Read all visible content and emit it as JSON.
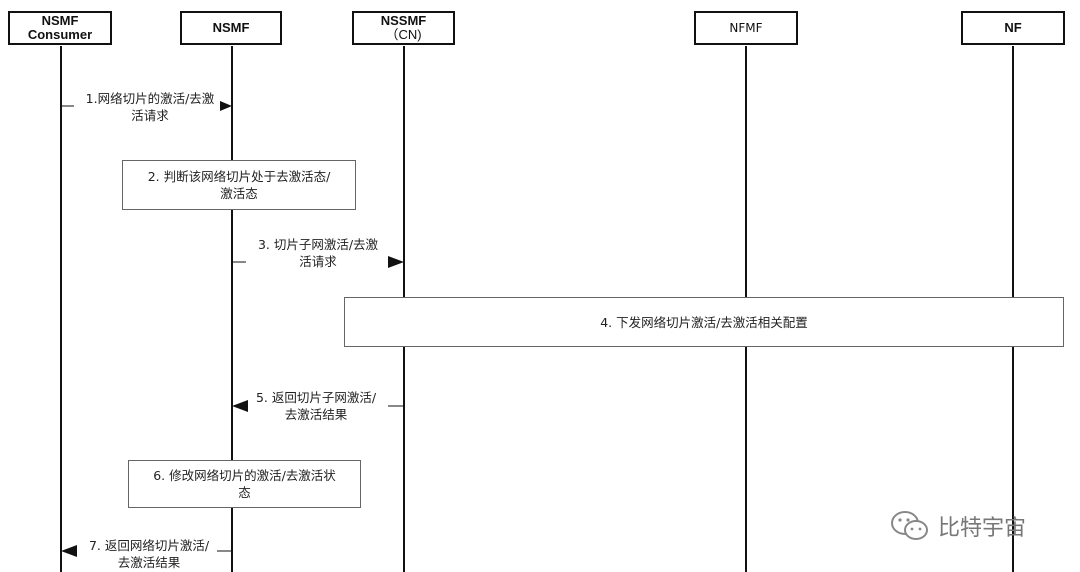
{
  "participants": [
    {
      "id": "nsmf_consumer",
      "line1": "NSMF",
      "line2": "Consumer"
    },
    {
      "id": "nsmf",
      "line1": "NSMF",
      "line2": ""
    },
    {
      "id": "nssmf",
      "line1": "NSSMF",
      "line2": "（CN)"
    },
    {
      "id": "nfmf",
      "line1": "NFMF",
      "line2": ""
    },
    {
      "id": "nf",
      "line1": "NF",
      "line2": ""
    }
  ],
  "steps": {
    "s1": {
      "line1": "1.网络切片的激活/去激",
      "line2": "活请求"
    },
    "s2": {
      "line1": "2. 判断该网络切片处于去激活态/",
      "line2": "激活态"
    },
    "s3": {
      "line1": "3. 切片子网激活/去激",
      "line2": "活请求"
    },
    "s4": {
      "line1": "4. 下发网络切片激活/去激活相关配置"
    },
    "s5": {
      "line1": "5. 返回切片子网激活/",
      "line2": "去激活结果"
    },
    "s6": {
      "line1": "6. 修改网络切片的激活/去激活状",
      "line2": "态"
    },
    "s7": {
      "line1": "7. 返回网络切片激活/",
      "line2": "去激活结果"
    }
  },
  "watermark": {
    "text": "比特宇宙",
    "icon": "wechat-icon"
  }
}
